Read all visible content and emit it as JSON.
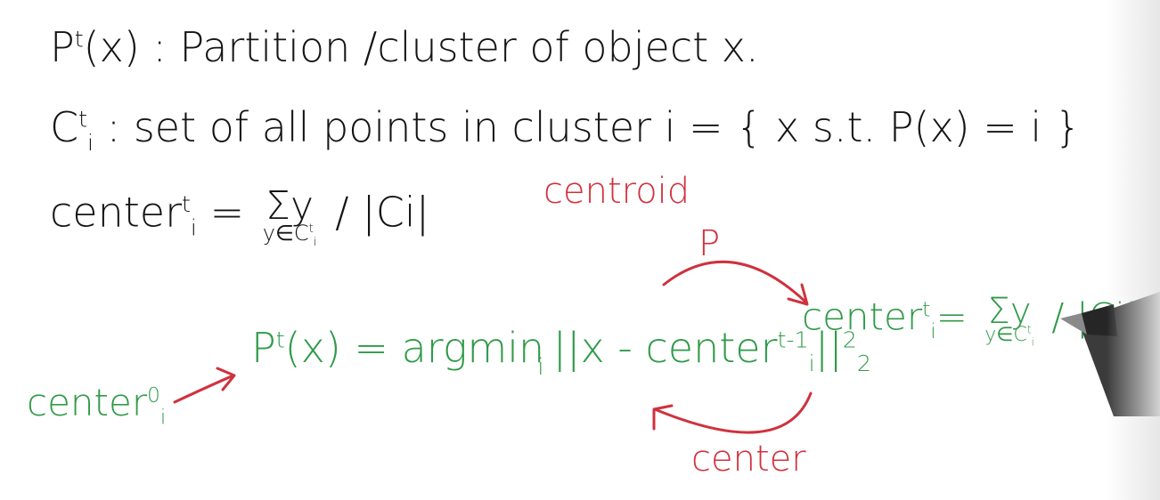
{
  "definitions": {
    "line1_symbol": "P",
    "line1_sup": "t",
    "line1_arg": "(x)",
    "line1_text": ": Partition /cluster of object x.",
    "line2_symbol": "C",
    "line2_sup": "t",
    "line2_sub": "i",
    "line2_text": ": set of all points in cluster  i  = { x s.t.  P(x) = i }",
    "line3_word": "center",
    "line3_sup": "t",
    "line3_sub": "i",
    "line3_eq": "=",
    "line3_sum_symbol": "Σ",
    "line3_sum_term": "y",
    "line3_sum_under": "y∈C",
    "line3_sum_under_sup": "t",
    "line3_sum_under_sub": "i",
    "line3_tail": " / |Ci|",
    "centroid_label": "centroid"
  },
  "iteration": {
    "start_word": "center",
    "start_sup": "0",
    "start_sub": "i",
    "p_symbol": "P",
    "p_sup": "t",
    "p_expr": "(x) = argmin",
    "argmin_sub": "i",
    "norm_expr": "||x - center",
    "norm_sup": "t-1",
    "norm_sub": "i",
    "norm_close": "||",
    "norm_pow": "2",
    "norm_base": "2",
    "c_word": "center",
    "c_sup": "t",
    "c_sub": "i",
    "c_eq": "=",
    "c_sum_symbol": "Σ",
    "c_sum_term": "y",
    "c_sum_under": "y∈C",
    "c_sum_under_sup": "t",
    "c_sum_under_sub": "i",
    "c_tail": " / |Ci|",
    "arrow_top_label": "P",
    "arrow_bottom_label": "center"
  },
  "colors": {
    "ink_black": "#141414",
    "ink_red": "#d0313d",
    "ink_green": "#2f9a48"
  }
}
